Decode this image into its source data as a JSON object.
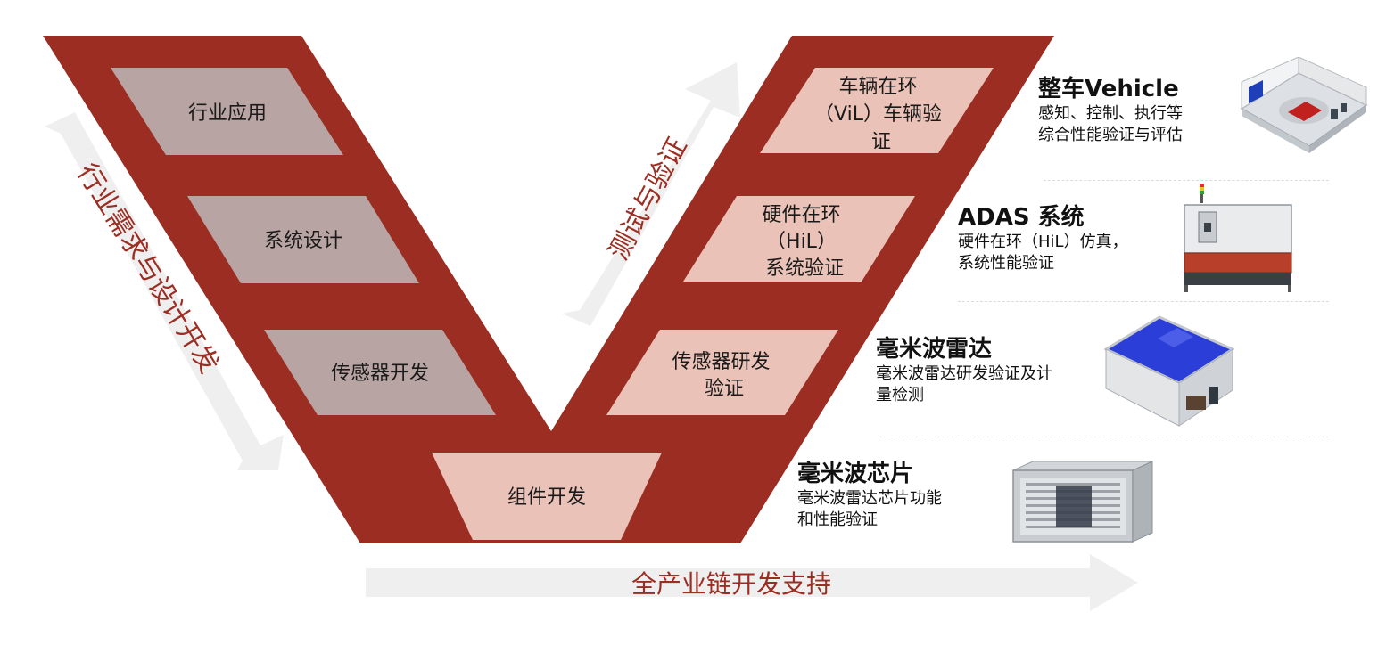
{
  "colors": {
    "v_band": "#9b2d22",
    "left_box": "#b8a4a2",
    "right_box": "#eac2b7",
    "arrow": "#efefef",
    "side_text": "#9b2d22"
  },
  "left_stages": [
    {
      "lines": [
        "行业应用"
      ]
    },
    {
      "lines": [
        "系统设计"
      ]
    },
    {
      "lines": [
        "传感器开发"
      ]
    }
  ],
  "bottom_stage": {
    "lines": [
      "组件开发"
    ]
  },
  "right_stages": [
    {
      "lines": [
        "车辆在环",
        "（ViL）车辆验",
        "证"
      ]
    },
    {
      "lines": [
        "硬件在环",
        "（HiL）",
        "系统验证"
      ]
    },
    {
      "lines": [
        "传感器研发",
        "验证"
      ]
    }
  ],
  "left_arrow_label": "行业需求与设计开发",
  "right_arrow_label": "测试与验证",
  "bottom_arrow_label": "全产业链开发支持",
  "info": [
    {
      "title": "整车Vehicle",
      "desc": [
        "感知、控制、执行等",
        "综合性能验证与评估"
      ],
      "device_icon": "vehicle-test-chamber-icon"
    },
    {
      "title": "ADAS 系统",
      "desc": [
        "硬件在环（HiL）仿真，",
        "系统性能验证"
      ],
      "device_icon": "hil-cabinet-icon"
    },
    {
      "title": "毫米波雷达",
      "desc": [
        "毫米波雷达研发验证及计",
        "量检测"
      ],
      "device_icon": "anechoic-chamber-icon"
    },
    {
      "title": "毫米波芯片",
      "desc": [
        "毫米波雷达芯片功能",
        "和性能验证"
      ],
      "device_icon": "chip-tester-icon"
    }
  ]
}
